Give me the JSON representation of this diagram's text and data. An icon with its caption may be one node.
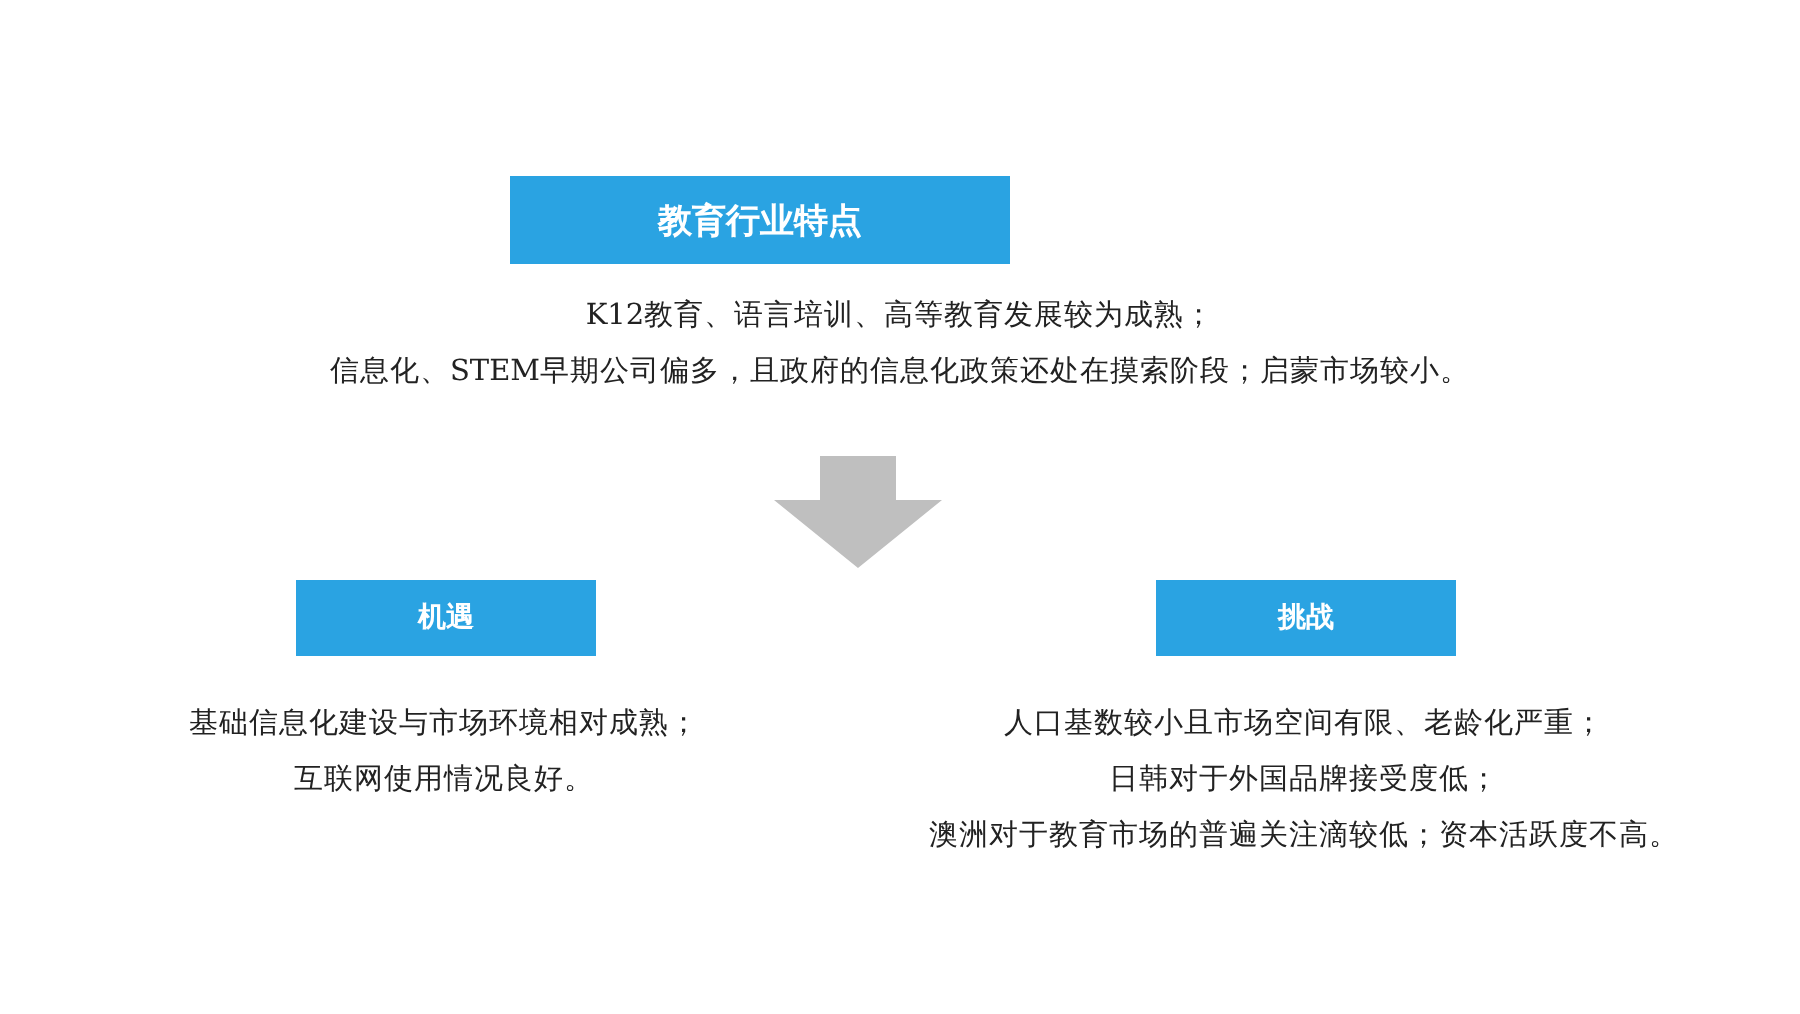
{
  "diagram": {
    "nodes": [
      {
        "text": [
          "教育行业特点"
        ],
        "beside": [
          "K12教育、语言培训、高等教育发展较为成熟；",
          "信息化、STEM早期公司偏多，且政府的信息化政策还处在摸索阶段；启蒙市场较小。"
        ]
      },
      {
        "text": [
          "机遇"
        ],
        "beside": [
          "基础信息化建设与市场环境相对成熟；",
          "互联网使用情况良好。"
        ]
      },
      {
        "text": [
          "挑战"
        ],
        "beside": [
          "人口基数较小且市场空间有限、老龄化严重；",
          "日韩对于外国品牌接受度低；",
          "澳洲对于教育市场的普遍关注滴较低；资本活跃度不高。"
        ]
      }
    ]
  }
}
